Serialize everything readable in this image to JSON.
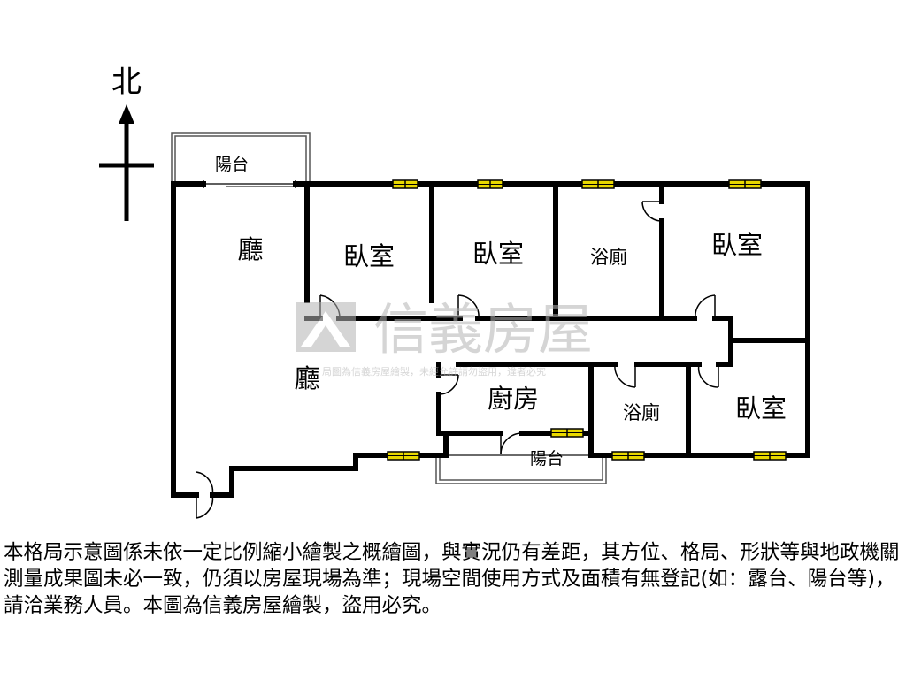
{
  "compass": {
    "north_label": "北"
  },
  "rooms": {
    "balcony_top": "陽台",
    "living_upper": "廳",
    "bedroom_1": "臥室",
    "bedroom_2": "臥室",
    "bathroom_1": "浴廁",
    "bedroom_3": "臥室",
    "living_lower": "廳",
    "kitchen": "廚房",
    "bathroom_2": "浴廁",
    "bedroom_4": "臥室",
    "balcony_bottom": "陽台"
  },
  "watermark": {
    "brand": "信義房屋",
    "notice": "局圖為信義房屋繪製，未經允許請勿盜用，違者必究"
  },
  "disclaimer": "本格局示意圖係未依一定比例縮小繪製之概繪圖，與實況仍有差距，其方位、格局、形狀等與地政機關測量成果圖未必一致，仍須以房屋現場為準；現場空間使用方式及面積有無登記(如：露台、陽台等)，請洽業務人員。本圖為信義房屋繪製，盜用必究。",
  "colors": {
    "wall": "#000000",
    "window": "#e8d800",
    "watermark": "#b4b4b4",
    "background": "#ffffff"
  }
}
